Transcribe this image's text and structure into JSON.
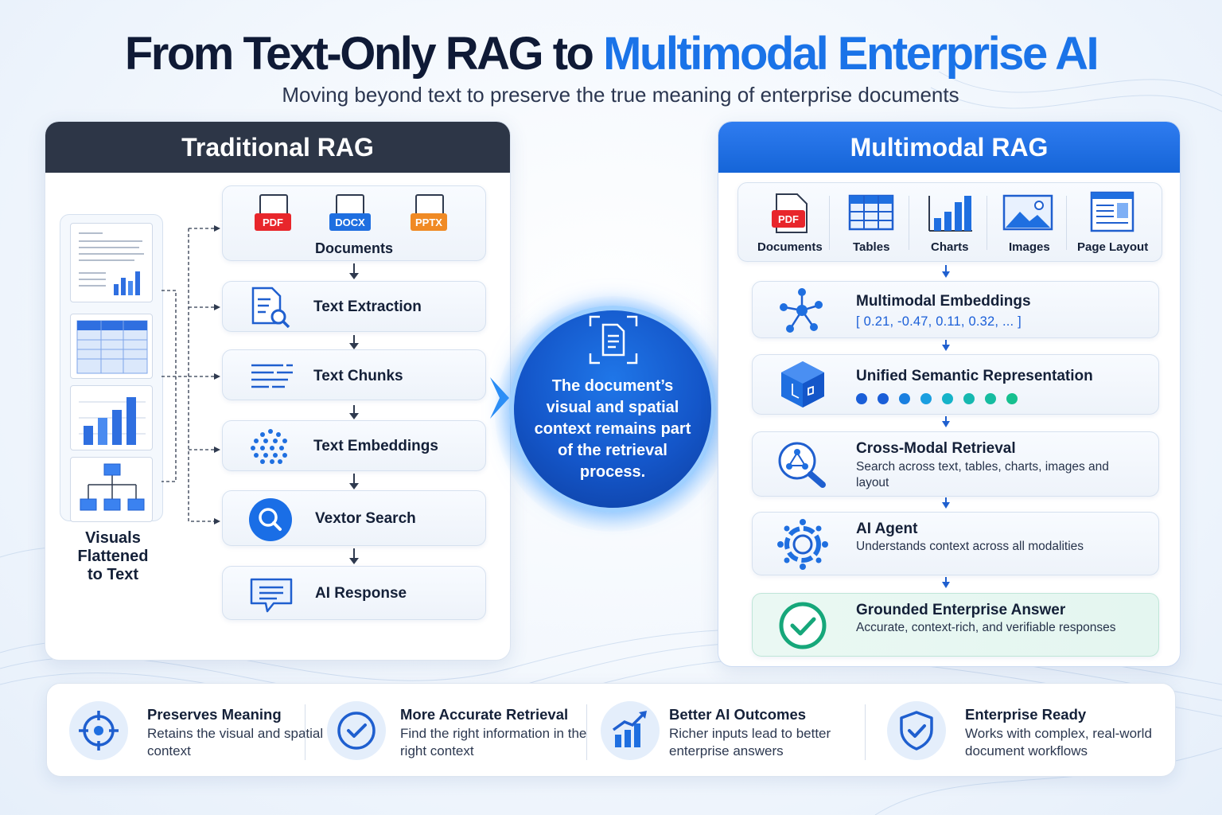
{
  "header": {
    "title_part1": "From Text-Only RAG to ",
    "title_part2": "Multimodal Enterprise AI",
    "subtitle": "Moving beyond text to preserve the true meaning of enterprise documents"
  },
  "traditional": {
    "title": "Traditional RAG",
    "file_tags": [
      "PDF",
      "DOCX",
      "PPTX"
    ],
    "documents_label": "Documents",
    "steps": [
      "Text Extraction",
      "Text Chunks",
      "Text Embeddings",
      "Vextor Search",
      "AI Response"
    ],
    "flattened_label": [
      "Visuals",
      "Flattened",
      "to Text"
    ]
  },
  "center": {
    "text": "The document’s visual and spatial context remains part of the retrieval process."
  },
  "multimodal": {
    "title": "Multimodal RAG",
    "pdf_tag": "PDF",
    "modalities": [
      "Documents",
      "Tables",
      "Charts",
      "Images",
      "Page Layout"
    ],
    "embeddings": {
      "title": "Multimodal Embeddings",
      "vector": "[ 0.21, -0.47, 0.11, 0.32, ... ]"
    },
    "unified": {
      "title": "Unified Semantic Representation"
    },
    "cross": {
      "title": "Cross-Modal Retrieval",
      "desc": "Search across text, tables, charts, images and layout"
    },
    "agent": {
      "title": "AI Agent",
      "desc": "Understands context across all modalities"
    },
    "grounded": {
      "title": "Grounded Enterprise Answer",
      "desc": "Accurate, context-rich, and verifiable responses"
    }
  },
  "benefits": [
    {
      "title": "Preserves Meaning",
      "desc": "Retains the visual and spatial context",
      "icon": "target-icon"
    },
    {
      "title": "More Accurate Retrieval",
      "desc": "Find the right information in the right context",
      "icon": "check-circle-icon"
    },
    {
      "title": "Better AI Outcomes",
      "desc": "Richer inputs lead to better enterprise answers",
      "icon": "growth-chart-icon"
    },
    {
      "title": "Enterprise Ready",
      "desc": "Works with complex, real-world document workflows",
      "icon": "shield-check-icon"
    }
  ],
  "colors": {
    "accent": "#1a73e8",
    "dark_header": "#2d3647",
    "pdf_red": "#e8262b",
    "docx_blue": "#1f6fe0",
    "pptx_orange": "#f08a24",
    "green": "#16a77a",
    "dot_colors": [
      "#1a5ed8",
      "#1a5ed8",
      "#1a7fe0",
      "#1a9ee0",
      "#16b3c9",
      "#16b8b0",
      "#16bca0",
      "#16c08f"
    ]
  }
}
